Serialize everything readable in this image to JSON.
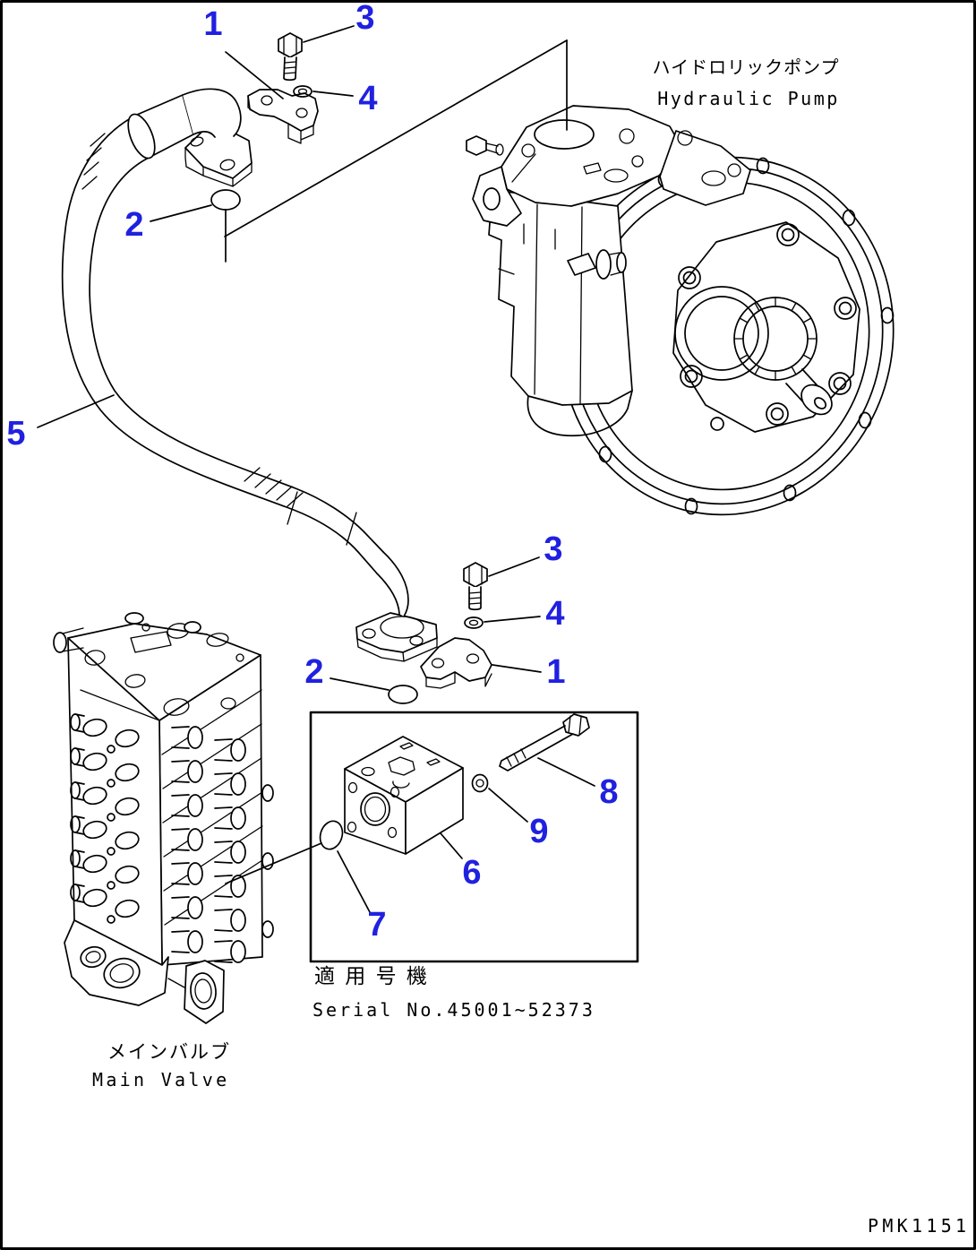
{
  "page": {
    "drawing_code": "PMK1151"
  },
  "colors": {
    "background": "#ffffff",
    "line": "#000000",
    "callout": "#2021df"
  },
  "labels": {
    "pump_ja": "ハイドロリックポンプ",
    "pump_en": "Hydraulic Pump",
    "valve_ja": "メインバルブ",
    "valve_en": "Main Valve",
    "applicability_ja": "適 用 号 機",
    "serial_range": "Serial No.45001~52373"
  },
  "callouts": {
    "clamp_upper": "1",
    "bolt_upper": "3",
    "washer_upper": "4",
    "oring_upper": "2",
    "hose": "5",
    "bolt_lower": "3",
    "washer_lower": "4",
    "oring_lower": "2",
    "clamp_lower": "1",
    "block_bolt": "8",
    "block_washer": "9",
    "connector_block": "6",
    "plug": "7"
  }
}
